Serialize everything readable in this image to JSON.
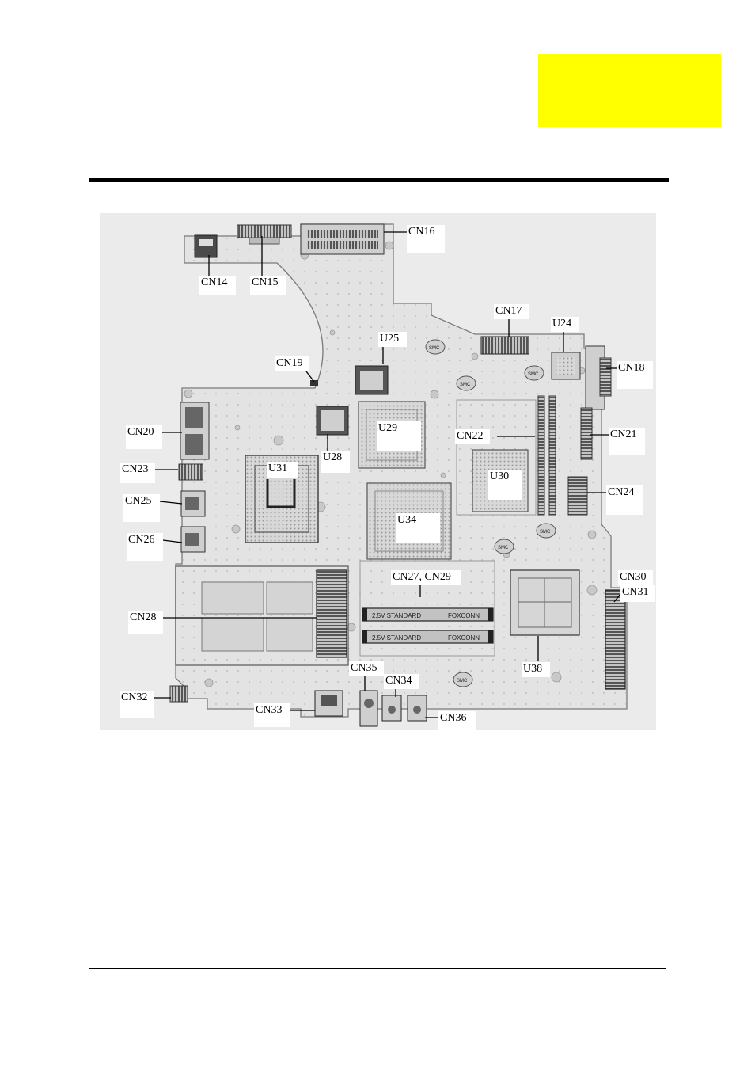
{
  "colors": {
    "tab_yellow": "#ffff00",
    "rule": "#000000",
    "board_background": "#ebebeb"
  },
  "diagram": {
    "labels": {
      "cn14": "CN14",
      "cn15": "CN15",
      "cn16": "CN16",
      "cn17": "CN17",
      "cn18": "CN18",
      "cn19": "CN19",
      "cn20": "CN20",
      "cn21": "CN21",
      "cn22": "CN22",
      "cn23": "CN23",
      "cn24": "CN24",
      "cn25": "CN25",
      "cn26": "CN26",
      "cn27_cn29": "CN27, CN29",
      "cn28": "CN28",
      "cn30": "CN30",
      "cn31": "CN31",
      "cn32": "CN32",
      "cn33": "CN33",
      "cn34": "CN34",
      "cn35": "CN35",
      "cn36": "CN36",
      "u24": "U24",
      "u25": "U25",
      "u28": "U28",
      "u29": "U29",
      "u30": "U30",
      "u31": "U31",
      "u34": "U34",
      "u38": "U38"
    },
    "silkscreen": {
      "slot_voltage": "2.5V STANDARD",
      "slot_vendor": "FOXCONN",
      "chip_marking": "SMC"
    }
  }
}
